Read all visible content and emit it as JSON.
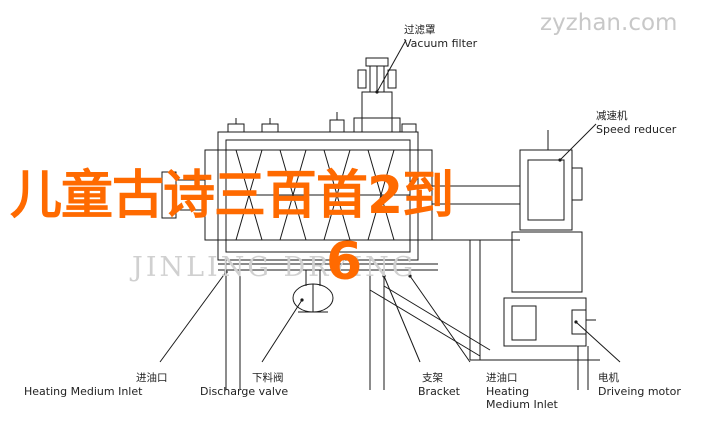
{
  "watermark": {
    "site": "zyzhan.com",
    "brand": "JINLING DRYING"
  },
  "overlay": {
    "line1": "儿童古诗三百首2到",
    "line2": "6"
  },
  "labels": {
    "vacuum_filter": {
      "cn": "过滤罩",
      "en": "Vacuum filter"
    },
    "speed_reducer": {
      "cn": "减速机",
      "en": "Speed reducer"
    },
    "heating_inlet_left": {
      "cn": "进油口",
      "en": "Heating Medium Inlet"
    },
    "discharge_valve": {
      "cn": "下料阀",
      "en": "Discharge valve"
    },
    "bracket": {
      "cn": "支架",
      "en": "Bracket"
    },
    "heating_inlet_right": {
      "cn": "进油口",
      "en1": "Heating",
      "en2": "Medium Inlet"
    },
    "motor": {
      "cn": "电机",
      "en": "Driveing motor"
    }
  },
  "colors": {
    "overlay": "#ff6a00",
    "line": "#1a1a1a",
    "watermark": "#c8c8c8"
  }
}
